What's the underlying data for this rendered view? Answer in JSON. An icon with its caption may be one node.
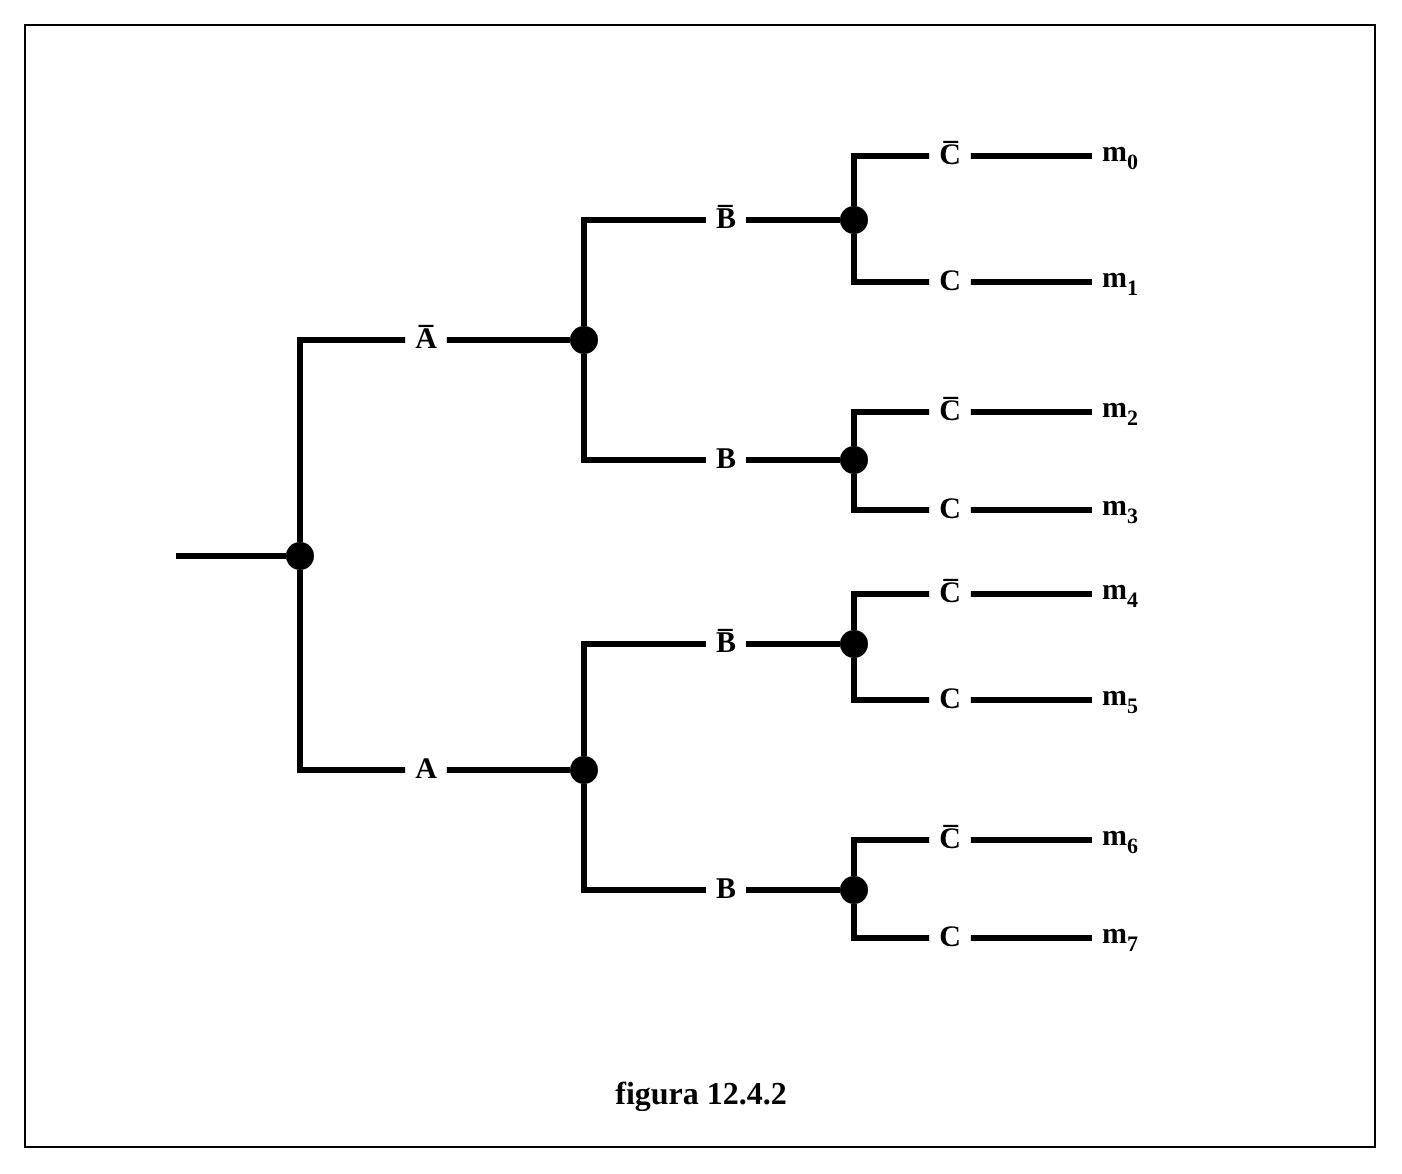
{
  "diagram": {
    "caption": "figura 12.4.2",
    "nodes": [
      {
        "text": [],
        "shape": "circle"
      },
      {
        "text": [
          "A̅"
        ]
      },
      {
        "text": [],
        "shape": "circle"
      },
      {
        "text": [
          "B̅"
        ]
      },
      {
        "text": [],
        "shape": "circle"
      },
      {
        "text": [
          "C̅"
        ]
      },
      {
        "text": [
          "m$_{0}$"
        ]
      },
      {
        "text": [
          "C"
        ]
      },
      {
        "text": [
          "m$_{1}$"
        ]
      },
      {
        "text": [
          "B"
        ]
      },
      {
        "text": [],
        "shape": "circle"
      },
      {
        "text": [
          "C̅"
        ]
      },
      {
        "text": [
          "m$_{2}$"
        ]
      },
      {
        "text": [
          "C"
        ]
      },
      {
        "text": [
          "m$_{3}$"
        ]
      },
      {
        "text": [
          "A"
        ]
      },
      {
        "text": [],
        "shape": "circle"
      },
      {
        "text": [
          "B̅"
        ]
      },
      {
        "text": [],
        "shape": "circle"
      },
      {
        "text": [
          "C̅"
        ]
      },
      {
        "text": [
          "m$_{4}$"
        ]
      },
      {
        "text": [
          "C"
        ]
      },
      {
        "text": [
          "m$_{5}$"
        ]
      },
      {
        "text": [
          "B"
        ]
      },
      {
        "text": [],
        "shape": "circle"
      },
      {
        "text": [
          "C̅"
        ]
      },
      {
        "text": [
          "m$_{6}$"
        ]
      },
      {
        "text": [
          "C"
        ]
      },
      {
        "text": [
          "m$_{7}$"
        ]
      }
    ],
    "edges": [
      {
        "from": null,
        "to": 0,
        "arrow": "none"
      },
      {
        "from": 0,
        "to": 1,
        "arrow": "none"
      },
      {
        "from": 1,
        "to": 2,
        "arrow": "none"
      },
      {
        "from": 2,
        "to": 3,
        "arrow": "none"
      },
      {
        "from": 3,
        "to": 4,
        "arrow": "none"
      },
      {
        "from": 4,
        "to": 5,
        "arrow": "none"
      },
      {
        "from": 5,
        "to": 6,
        "arrow": "none"
      },
      {
        "from": 4,
        "to": 7,
        "arrow": "none"
      },
      {
        "from": 7,
        "to": 8,
        "arrow": "none"
      },
      {
        "from": 2,
        "to": 9,
        "arrow": "none"
      },
      {
        "from": 9,
        "to": 10,
        "arrow": "none"
      },
      {
        "from": 10,
        "to": 11,
        "arrow": "none"
      },
      {
        "from": 11,
        "to": 12,
        "arrow": "none"
      },
      {
        "from": 10,
        "to": 13,
        "arrow": "none"
      },
      {
        "from": 13,
        "to": 14,
        "arrow": "none"
      },
      {
        "from": 0,
        "to": 15,
        "arrow": "none"
      },
      {
        "from": 15,
        "to": 16,
        "arrow": "none"
      },
      {
        "from": 16,
        "to": 17,
        "arrow": "none"
      },
      {
        "from": 17,
        "to": 18,
        "arrow": "none"
      },
      {
        "from": 18,
        "to": 19,
        "arrow": "none"
      },
      {
        "from": 19,
        "to": 20,
        "arrow": "none"
      },
      {
        "from": 18,
        "to": 21,
        "arrow": "none"
      },
      {
        "from": 21,
        "to": 22,
        "arrow": "none"
      },
      {
        "from": 16,
        "to": 23,
        "arrow": "none"
      },
      {
        "from": 23,
        "to": 24,
        "arrow": "none"
      },
      {
        "from": 24,
        "to": 25,
        "arrow": "none"
      },
      {
        "from": 25,
        "to": 26,
        "arrow": "none"
      },
      {
        "from": 24,
        "to": 27,
        "arrow": "none"
      },
      {
        "from": 27,
        "to": 28,
        "arrow": "none"
      }
    ]
  }
}
